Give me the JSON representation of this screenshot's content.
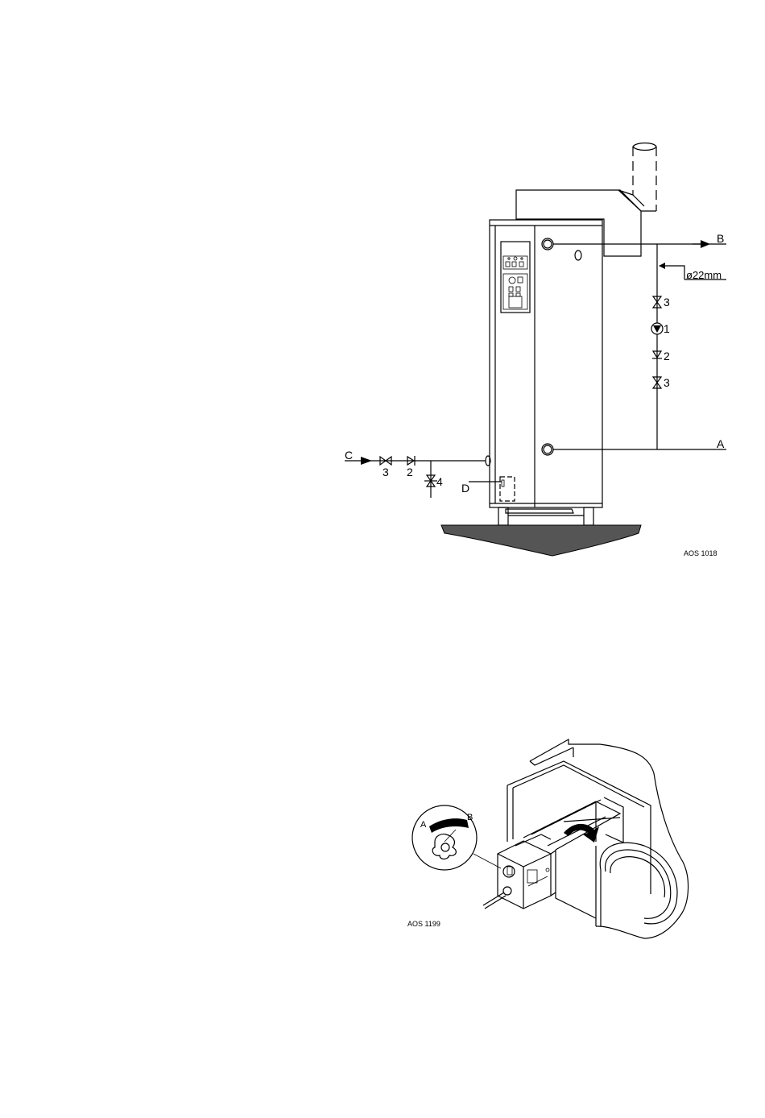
{
  "figure1": {
    "ref": "AOS 1018",
    "labels": {
      "outlet": "B",
      "inlet_return": "A",
      "cold_inlet": "C",
      "drain": "D",
      "pipe_size": "ø22mm",
      "valve_top": "3",
      "pump": "1",
      "check_valve": "2",
      "valve_bottom": "3",
      "inlet_valve": "3",
      "inlet_check": "2",
      "relief_valve": "4"
    }
  },
  "figure2": {
    "ref": "AOS 1199",
    "dial_labels": {
      "left": "A",
      "right": "B"
    }
  }
}
